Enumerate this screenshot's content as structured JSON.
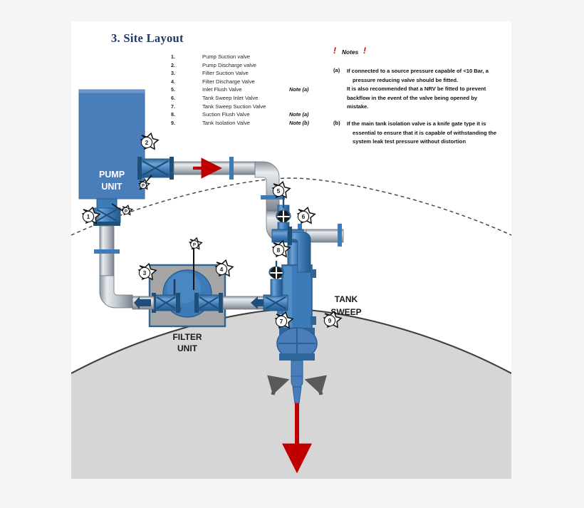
{
  "document": {
    "title": "3.  Site Layout",
    "background_color": "#f5f5f5",
    "page_color": "#ffffff",
    "title_color": "#1f3864"
  },
  "valve_list": {
    "items": [
      {
        "num": "1.",
        "label": "Pump Suction valve",
        "note": ""
      },
      {
        "num": "2.",
        "label": "Pump Discharge valve",
        "note": ""
      },
      {
        "num": "3.",
        "label": "Filter Suction Valve",
        "note": ""
      },
      {
        "num": "4.",
        "label": "Filter Discharge Valve",
        "note": ""
      },
      {
        "num": "5.",
        "label": "Inlet Flush  Valve",
        "note": "Note (a)"
      },
      {
        "num": "6.",
        "label": "Tank Sweep Inlet Valve",
        "note": ""
      },
      {
        "num": "7.",
        "label": "Tank Sweep Suction Valve",
        "note": ""
      },
      {
        "num": "8.",
        "label": "Suction Flush  Valve",
        "note": "Note (a)"
      },
      {
        "num": "9.",
        "label": "Tank Isolation Valve",
        "note": "Note (b)"
      }
    ]
  },
  "notes": {
    "heading": "Notes",
    "bang_left": "!",
    "bang_right": "!",
    "entries": [
      {
        "key": "(a)",
        "lines": [
          "If connected to a source pressure capable of <10 Bar,  a",
          "pressure reducing valve should be fitted.",
          "It is also recommended that a NRV be fitted to prevent",
          "backflow in the event of the valve being opened by",
          "mistake."
        ]
      },
      {
        "key": "(b)",
        "lines": [
          "If the main tank isolation valve is a knife gate type it is",
          "essential to ensure that it is capable of withstanding the",
          "system leak test pressure without distortion"
        ]
      }
    ]
  },
  "diagram": {
    "pump_unit_label_line1": "PUMP",
    "pump_unit_label_line2": "UNIT",
    "filter_unit_label_line1": "FILTER",
    "filter_unit_label_line2": "UNIT",
    "tank_sweep_label_line1": "TANK",
    "tank_sweep_label_line2": "SWEEP",
    "gauge_label": "P",
    "callouts": [
      "1",
      "2",
      "3",
      "4",
      "5",
      "6",
      "7",
      "8",
      "9"
    ],
    "colors": {
      "pump_blue": "#4a7ebb",
      "pipe_blue": "#3d7ab8",
      "pipe_steel_light": "#d9dde1",
      "pipe_steel_dark": "#7b8794",
      "valve_dark": "#1f4e79",
      "filter_body": "#a6a6a6",
      "tank_fill": "#d6d6d6",
      "tank_outline": "#404040",
      "flow_arrow_red": "#c00000",
      "drop_arrow_red": "#c00000",
      "sweep_arrow_grey": "#595959"
    }
  }
}
